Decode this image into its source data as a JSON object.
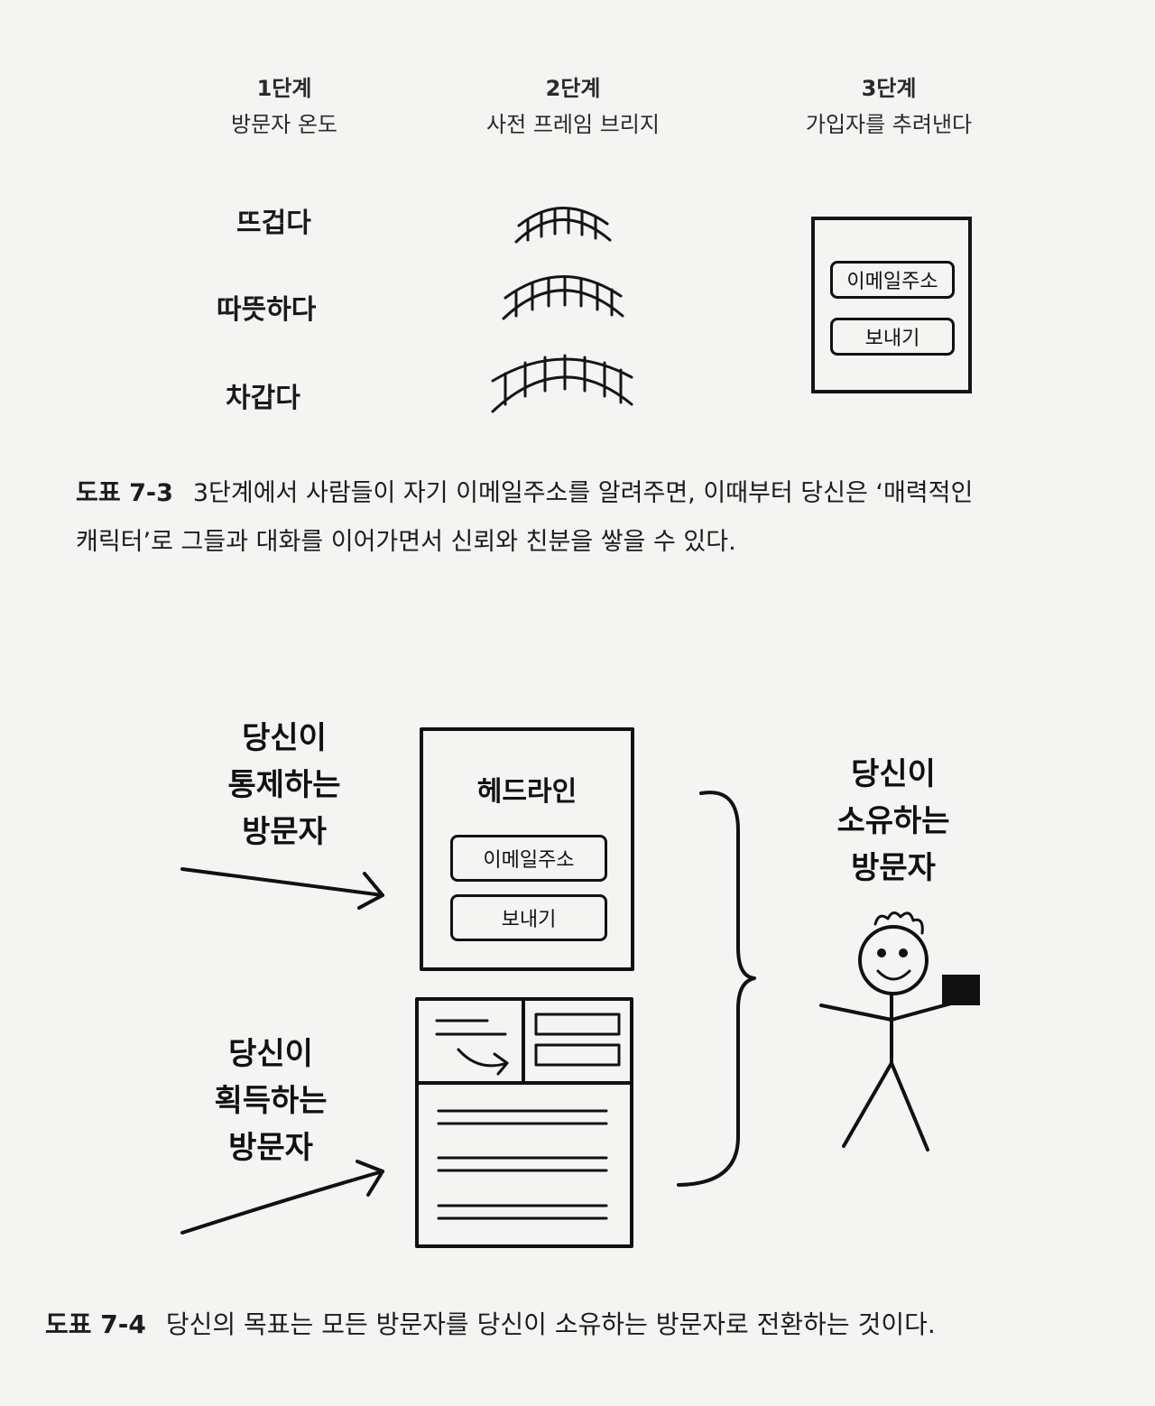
{
  "fig3": {
    "stages": [
      {
        "num": "1단계",
        "title": "방문자 온도"
      },
      {
        "num": "2단계",
        "title": "사전 프레임 브리지"
      },
      {
        "num": "3단계",
        "title": "가입자를 추려낸다"
      }
    ],
    "temps": [
      "뜨겁다",
      "따뜻하다",
      "차갑다"
    ],
    "form": {
      "email": "이메일주소",
      "send": "보내기"
    },
    "caption": {
      "fig": "도표 7-3",
      "line1": "3단계에서 사람들이 자기 이메일주소를 알려주면, 이때부터 당신은 ‘매력적인",
      "line2": "캐릭터’로 그들과 대화를 이어가면서 신뢰와 친분을 쌓을 수 있다."
    }
  },
  "fig4": {
    "controlled": [
      "당신이",
      "통제하는",
      "방문자"
    ],
    "acquired": [
      "당신이",
      "획득하는",
      "방문자"
    ],
    "owned": [
      "당신이",
      "소유하는",
      "방문자"
    ],
    "landing": {
      "headline": "헤드라인",
      "email": "이메일주소",
      "send": "보내기"
    },
    "caption": {
      "fig": "도표 7-4",
      "text": "당신의 목표는 모든 방문자를 당신이 소유하는 방문자로 전환하는 것이다."
    }
  }
}
